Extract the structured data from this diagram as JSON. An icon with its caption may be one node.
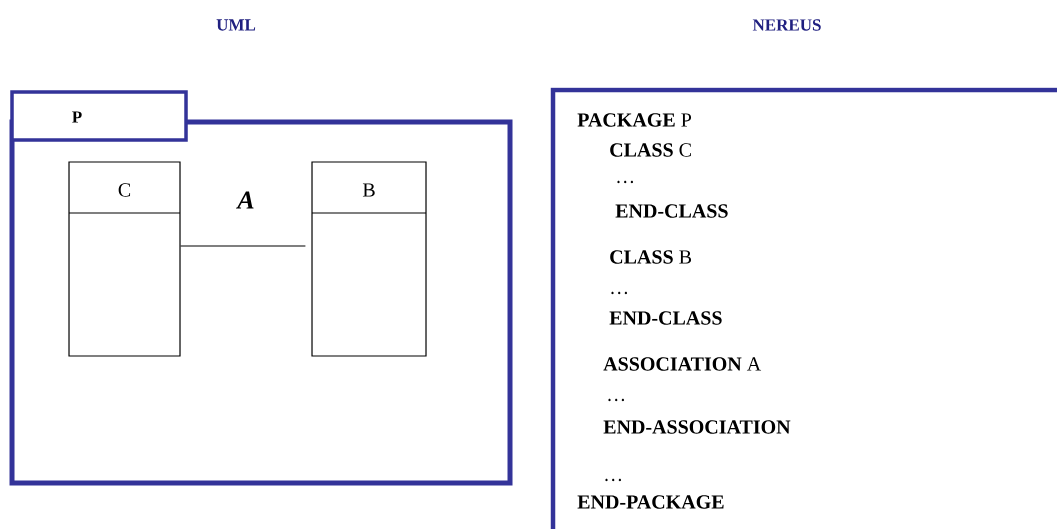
{
  "diagram": {
    "nodes": [
      {
        "text": [
          "P"
        ]
      },
      {
        "text": [
          "C"
        ],
        "in": 0
      },
      {
        "text": [
          "B"
        ],
        "in": 0
      },
      {
        "text": [
          "**PACKAGE** P",
          "**CLASS** C",
          "…",
          "**END-CLASS**",
          "**CLASS** B",
          "…",
          "**END-CLASS**",
          "**ASSOCIATION** A",
          "…",
          "**END-ASSOCIATION**",
          "…",
          "**END-PACKAGE**"
        ]
      }
    ],
    "edges": [
      {
        "from": 1,
        "to": 2,
        "arrow": "none",
        "label": "A"
      }
    ],
    "labels": [
      "UML",
      "NEREUS"
    ]
  }
}
